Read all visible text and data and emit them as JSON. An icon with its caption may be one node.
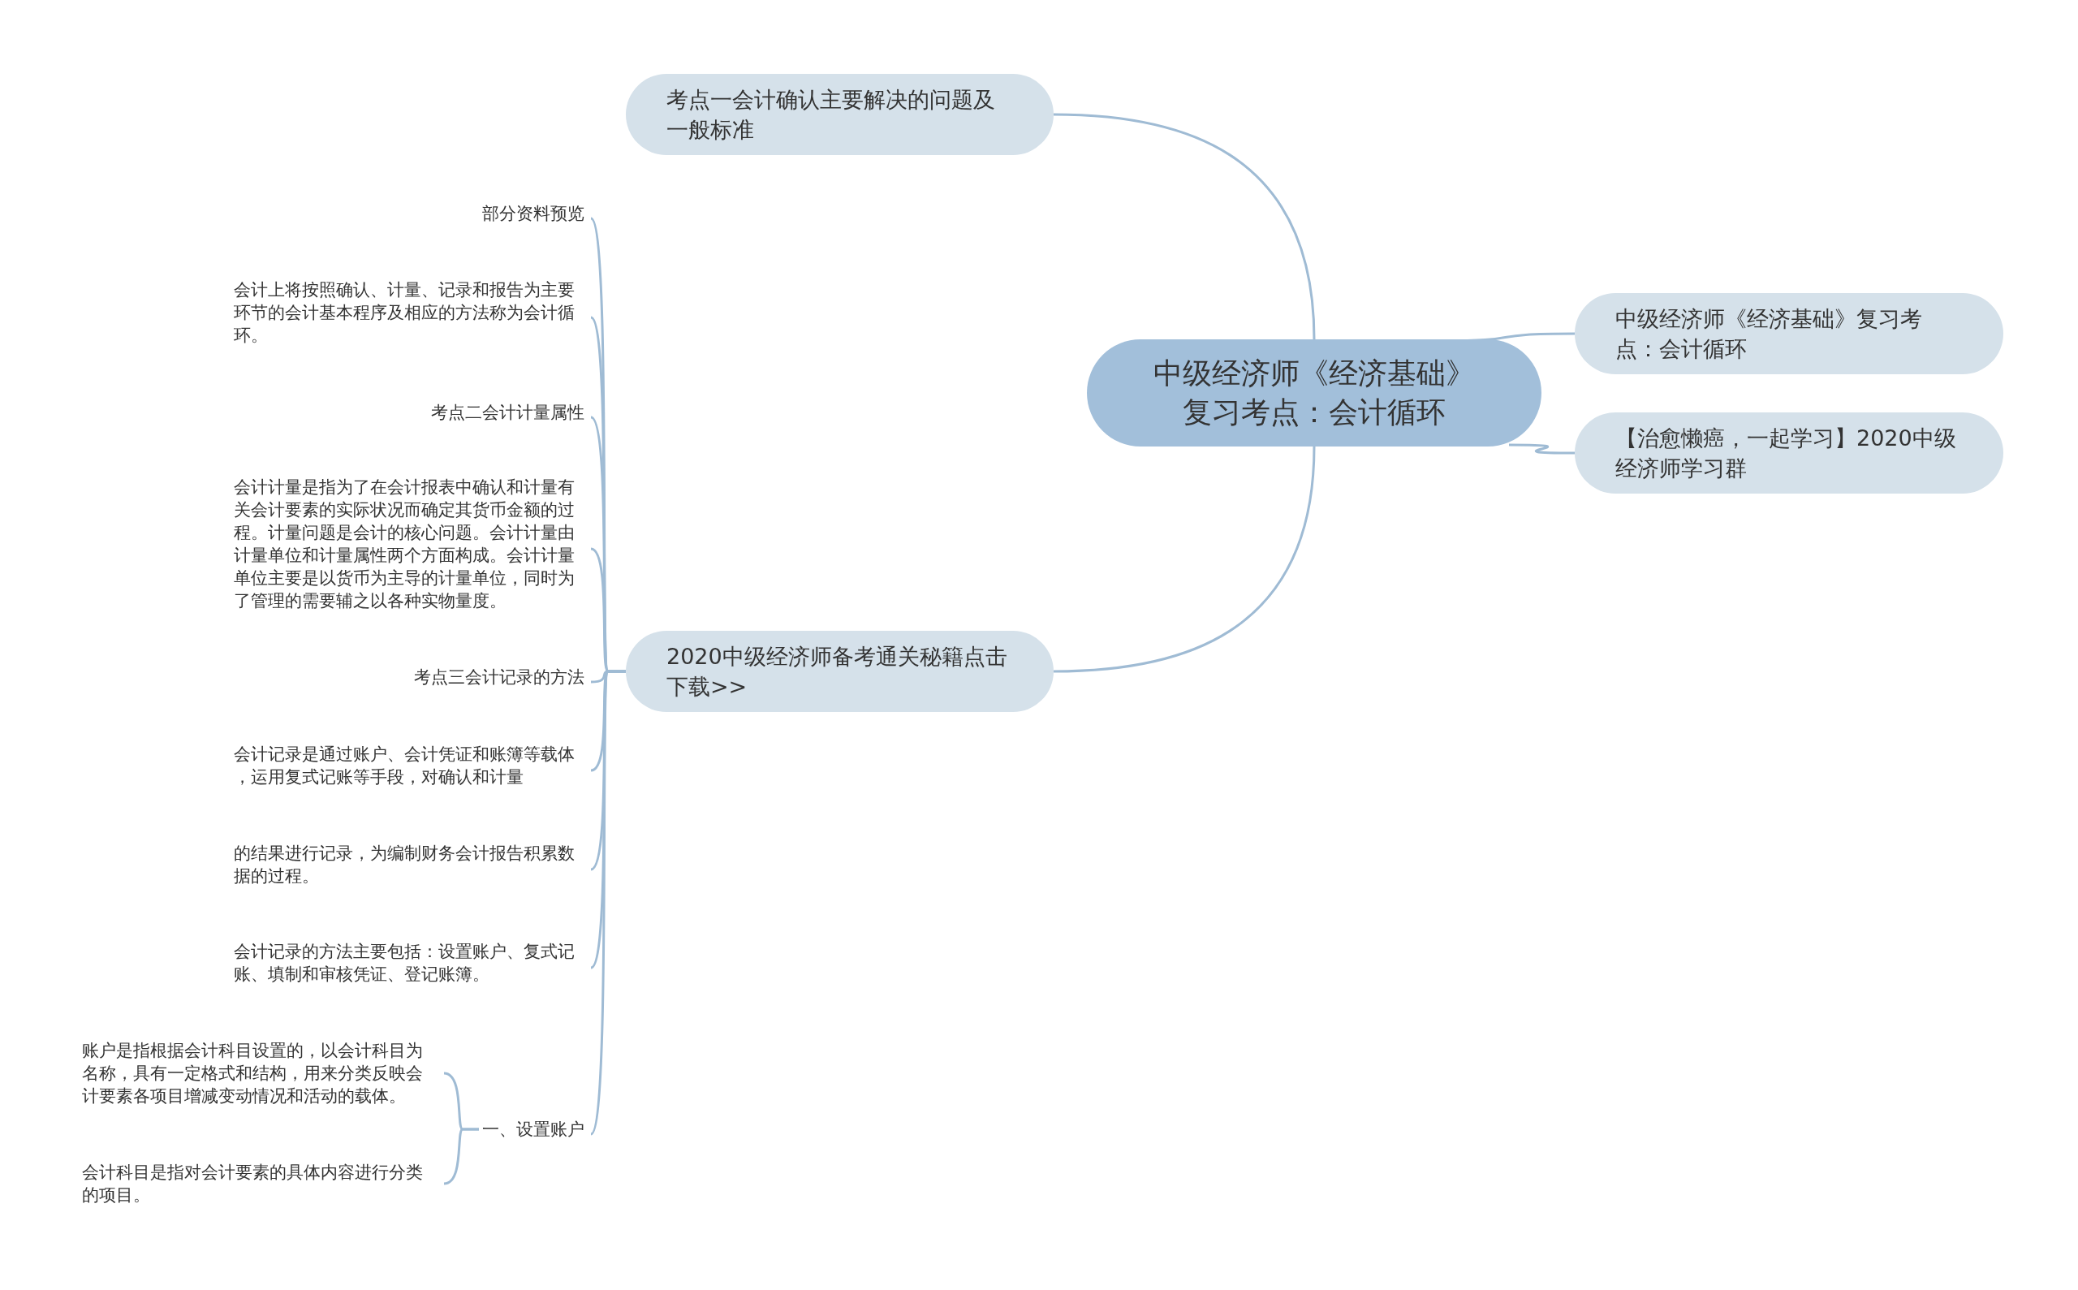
{
  "diagram": {
    "nodes": [
      {
        "text": [
          "中级经济师《经济基础》复习考点：会计循环"
        ]
      },
      {
        "text": [
          "考点一会计确认主要解决的问题及一般标准"
        ]
      },
      {
        "text": [
          "2020中级经济师备考通关秘籍点击下载>>"
        ]
      },
      {
        "text": [
          "中级经济师《经济基础》复习考点：会计循环"
        ]
      },
      {
        "text": [
          "【治愈懒癌，一起学习】2020中级经济师学习群"
        ]
      },
      {
        "text": [
          "部分资料预览"
        ]
      },
      {
        "text": [
          "会计上将按照确认、计量、记录和报告为主要环节的会计基本程序及相应的方法称为会计循环。"
        ]
      },
      {
        "text": [
          "考点二会计计量属性"
        ]
      },
      {
        "text": [
          "会计计量是指为了在会计报表中确认和计量有关会计要素的实际状况而确定其货币金额的过程。计量问题是会计的核心问题。会计计量由计量单位和计量属性两个方面构成。会计计量单位主要是以货币为主导的计量单位，同时为了管理的需要辅之以各种实物量度。"
        ]
      },
      {
        "text": [
          "考点三会计记录的方法"
        ]
      },
      {
        "text": [
          "会计记录是通过账户、会计凭证和账簿等载体，运用复式记账等手段，对确认和计量"
        ]
      },
      {
        "text": [
          "的结果进行记录，为编制财务会计报告积累数据的过程。"
        ]
      },
      {
        "text": [
          "会计记录的方法主要包括：设置账户、复式记账、填制和审核凭证、登记账簿。"
        ]
      },
      {
        "text": [
          "一、设置账户"
        ]
      },
      {
        "text": [
          "账户是指根据会计科目设置的，以会计科目为名称，具有一定格式和结构，用来分类反映会计要素各项目增减变动情况和活动的载体。"
        ]
      },
      {
        "text": [
          "会计科目是指对会计要素的具体内容进行分类的项目。"
        ]
      }
    ],
    "edges": [
      {
        "from": 0,
        "to": 1,
        "arrow": "none"
      },
      {
        "from": 0,
        "to": 2,
        "arrow": "none"
      },
      {
        "from": 0,
        "to": 3,
        "arrow": "none"
      },
      {
        "from": 0,
        "to": 4,
        "arrow": "none"
      },
      {
        "from": 2,
        "to": 5,
        "arrow": "none"
      },
      {
        "from": 2,
        "to": 6,
        "arrow": "none"
      },
      {
        "from": 2,
        "to": 7,
        "arrow": "none"
      },
      {
        "from": 2,
        "to": 8,
        "arrow": "none"
      },
      {
        "from": 2,
        "to": 9,
        "arrow": "none"
      },
      {
        "from": 2,
        "to": 10,
        "arrow": "none"
      },
      {
        "from": 2,
        "to": 11,
        "arrow": "none"
      },
      {
        "from": 2,
        "to": 12,
        "arrow": "none"
      },
      {
        "from": 2,
        "to": 13,
        "arrow": "none"
      },
      {
        "from": 13,
        "to": 14,
        "arrow": "none"
      },
      {
        "from": 13,
        "to": 15,
        "arrow": "none"
      }
    ]
  }
}
